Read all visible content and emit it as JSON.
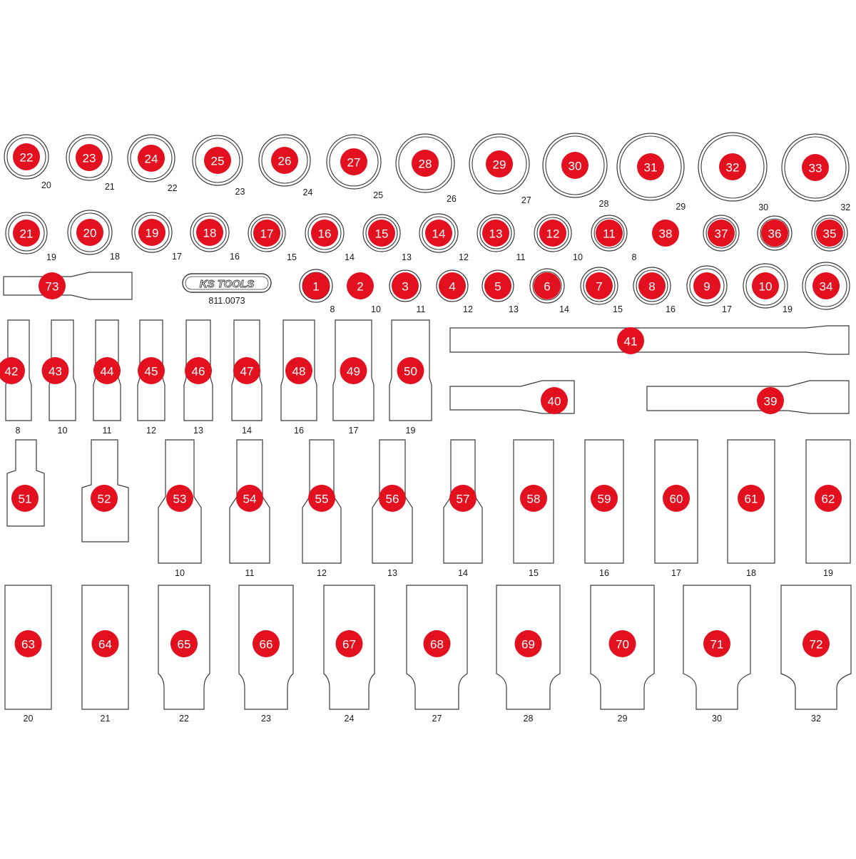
{
  "brand": {
    "logo_text": "KS TOOLS",
    "part_number": "811.0073",
    "badge_color": "#e3101f"
  },
  "sockets_large_row": [
    {
      "n": "22",
      "size": "20"
    },
    {
      "n": "23",
      "size": "21"
    },
    {
      "n": "24",
      "size": "22"
    },
    {
      "n": "25",
      "size": "23"
    },
    {
      "n": "26",
      "size": "24"
    },
    {
      "n": "27",
      "size": "25"
    },
    {
      "n": "28",
      "size": "26"
    },
    {
      "n": "29",
      "size": "27"
    },
    {
      "n": "30",
      "size": "28"
    },
    {
      "n": "31",
      "size": "29"
    },
    {
      "n": "32",
      "size": "30"
    },
    {
      "n": "33",
      "size": "32"
    }
  ],
  "sockets_medium_row": [
    {
      "n": "21",
      "size": "19"
    },
    {
      "n": "20",
      "size": "18"
    },
    {
      "n": "19",
      "size": "17"
    },
    {
      "n": "18",
      "size": "16"
    },
    {
      "n": "17",
      "size": "15"
    },
    {
      "n": "16",
      "size": "14"
    },
    {
      "n": "15",
      "size": "13"
    },
    {
      "n": "14",
      "size": "12"
    },
    {
      "n": "13",
      "size": "11"
    },
    {
      "n": "12",
      "size": "10"
    },
    {
      "n": "11",
      "size": "8"
    },
    {
      "n": "38",
      "size": ""
    },
    {
      "n": "37",
      "size": ""
    },
    {
      "n": "36",
      "size": ""
    },
    {
      "n": "35",
      "size": ""
    }
  ],
  "sockets_small_row": [
    {
      "n": "1",
      "size": "8"
    },
    {
      "n": "2",
      "size": "10"
    },
    {
      "n": "3",
      "size": "11"
    },
    {
      "n": "4",
      "size": "12"
    },
    {
      "n": "5",
      "size": "13"
    },
    {
      "n": "6",
      "size": "14"
    },
    {
      "n": "7",
      "size": "15"
    },
    {
      "n": "8",
      "size": "16"
    },
    {
      "n": "9",
      "size": "17"
    },
    {
      "n": "10",
      "size": "19"
    },
    {
      "n": "34",
      "size": ""
    }
  ],
  "bar_73": {
    "n": "73"
  },
  "deep_sockets_row1": [
    {
      "n": "42",
      "size": "8"
    },
    {
      "n": "43",
      "size": "10"
    },
    {
      "n": "44",
      "size": "11"
    },
    {
      "n": "45",
      "size": "12"
    },
    {
      "n": "46",
      "size": "13"
    },
    {
      "n": "47",
      "size": "14"
    },
    {
      "n": "48",
      "size": "16"
    },
    {
      "n": "49",
      "size": "17"
    },
    {
      "n": "50",
      "size": "19"
    }
  ],
  "extension_bars": [
    {
      "n": "41"
    },
    {
      "n": "40"
    },
    {
      "n": "39"
    }
  ],
  "adapters": [
    {
      "n": "51"
    },
    {
      "n": "52"
    }
  ],
  "deep_sockets_row2": [
    {
      "n": "53",
      "size": "10"
    },
    {
      "n": "54",
      "size": "11"
    },
    {
      "n": "55",
      "size": "12"
    },
    {
      "n": "56",
      "size": "13"
    },
    {
      "n": "57",
      "size": "14"
    },
    {
      "n": "58",
      "size": "15"
    },
    {
      "n": "59",
      "size": "16"
    },
    {
      "n": "60",
      "size": "17"
    },
    {
      "n": "61",
      "size": "18"
    },
    {
      "n": "62",
      "size": "19"
    }
  ],
  "deep_sockets_row3": [
    {
      "n": "63",
      "size": "20"
    },
    {
      "n": "64",
      "size": "21"
    },
    {
      "n": "65",
      "size": "22"
    },
    {
      "n": "66",
      "size": "23"
    },
    {
      "n": "67",
      "size": "24"
    },
    {
      "n": "68",
      "size": "27"
    },
    {
      "n": "69",
      "size": "28"
    },
    {
      "n": "70",
      "size": "29"
    },
    {
      "n": "71",
      "size": "30"
    },
    {
      "n": "72",
      "size": "32"
    }
  ]
}
